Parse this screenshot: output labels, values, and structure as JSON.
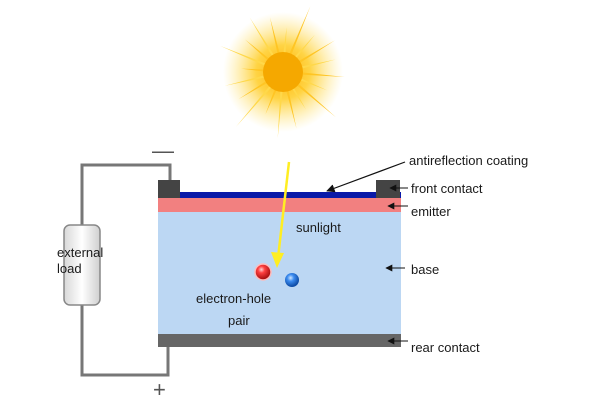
{
  "diagram": {
    "labels": {
      "antireflection_coating": "antireflection coating",
      "front_contact": "front contact",
      "emitter": "emitter",
      "base": "base",
      "rear_contact": "rear contact",
      "sunlight": "sunlight",
      "electron_hole_line1": "electron-hole",
      "electron_hole_line2": "pair",
      "external_load_line1": "external",
      "external_load_line2": "load",
      "negative_terminal": "—",
      "positive_terminal": "+"
    },
    "colors": {
      "sun_core": "#f5a800",
      "sun_rays": "#ffd84a",
      "antireflection_coating": "#0a1aa8",
      "emitter": "#f28080",
      "base": "#bcd7f3",
      "contact": "#666666",
      "sunlight_arrow": "#ffee22",
      "wire": "#777777",
      "electron": "#e02b2b",
      "hole": "#2f7ae0"
    }
  }
}
